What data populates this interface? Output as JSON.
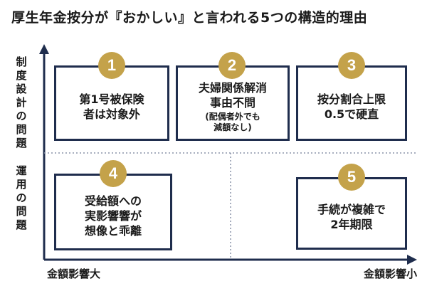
{
  "title": "厚生年金按分が『おかしい』と言われる5つの構造的理由",
  "y_axis": {
    "top_label": "制度設計の問題",
    "bottom_label": "運用の問題"
  },
  "x_axis": {
    "left_label": "金額影響大",
    "right_label": "金額影響小"
  },
  "colors": {
    "card_border": "#1f2d4d",
    "badge": "#c4a24a",
    "axis": "#1f2d4d",
    "divider": "#8a93a8"
  },
  "cards": [
    {
      "number": "1",
      "lines": [
        "第1号被保険",
        "者は対象外"
      ],
      "sub": []
    },
    {
      "number": "2",
      "lines": [
        "夫婦関係解消",
        "事由不問"
      ],
      "sub": [
        "(配偶者外でも",
        "減額なし)"
      ]
    },
    {
      "number": "3",
      "lines": [
        "按分割合上限",
        "0.5で硬直"
      ],
      "sub": []
    },
    {
      "number": "4",
      "lines": [
        "受給額への",
        "実影響響が",
        "想像と乖離"
      ],
      "sub": []
    },
    {
      "number": "5",
      "lines": [
        "手続が複雑で",
        "2年期限"
      ],
      "sub": []
    }
  ]
}
